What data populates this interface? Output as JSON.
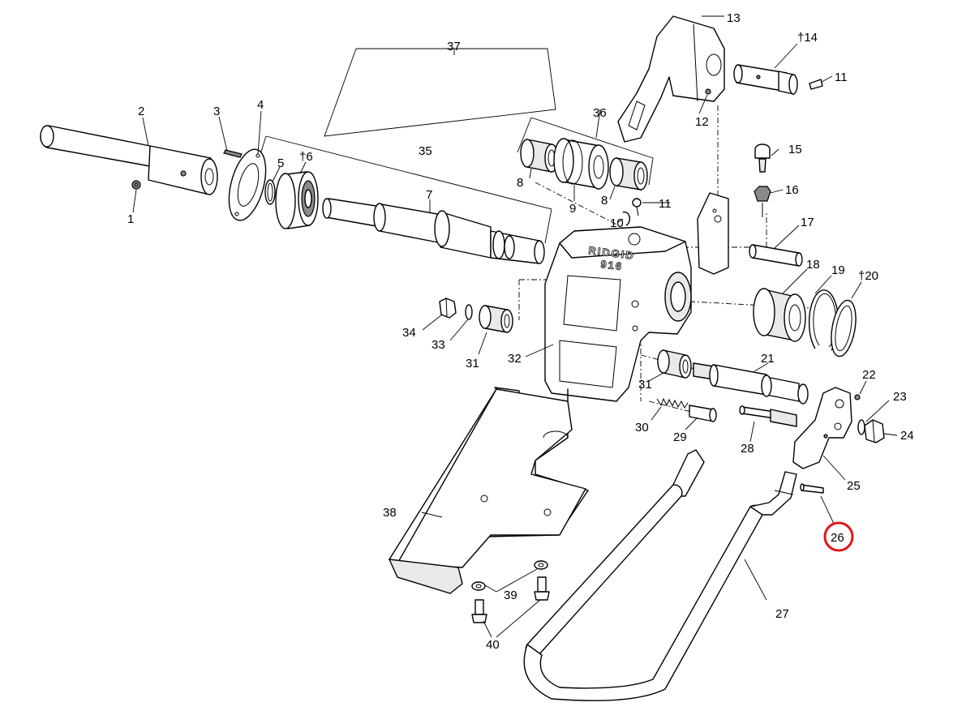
{
  "diagram": {
    "highlighted_part": "26",
    "body_marking": {
      "brand": "RIDGID",
      "model": "916"
    },
    "callouts": [
      {
        "id": "c1",
        "text": "1"
      },
      {
        "id": "c2",
        "text": "2"
      },
      {
        "id": "c3",
        "text": "3"
      },
      {
        "id": "c4",
        "text": "4"
      },
      {
        "id": "c5",
        "text": "5"
      },
      {
        "id": "c6",
        "text": "†6"
      },
      {
        "id": "c7",
        "text": "7"
      },
      {
        "id": "c8a",
        "text": "8"
      },
      {
        "id": "c8b",
        "text": "8"
      },
      {
        "id": "c9",
        "text": "9"
      },
      {
        "id": "c10",
        "text": "10"
      },
      {
        "id": "c11a",
        "text": "11"
      },
      {
        "id": "c11b",
        "text": "11"
      },
      {
        "id": "c12",
        "text": "12"
      },
      {
        "id": "c13",
        "text": "13"
      },
      {
        "id": "c14",
        "text": "†14"
      },
      {
        "id": "c15",
        "text": "15"
      },
      {
        "id": "c16",
        "text": "16"
      },
      {
        "id": "c17",
        "text": "17"
      },
      {
        "id": "c18",
        "text": "18"
      },
      {
        "id": "c19",
        "text": "19"
      },
      {
        "id": "c20",
        "text": "†20"
      },
      {
        "id": "c21",
        "text": "21"
      },
      {
        "id": "c22",
        "text": "22"
      },
      {
        "id": "c23",
        "text": "23"
      },
      {
        "id": "c24",
        "text": "24"
      },
      {
        "id": "c25",
        "text": "25"
      },
      {
        "id": "c26",
        "text": "26"
      },
      {
        "id": "c27",
        "text": "27"
      },
      {
        "id": "c28",
        "text": "28"
      },
      {
        "id": "c29",
        "text": "29"
      },
      {
        "id": "c30",
        "text": "30"
      },
      {
        "id": "c31a",
        "text": "31"
      },
      {
        "id": "c31b",
        "text": "31"
      },
      {
        "id": "c32",
        "text": "32"
      },
      {
        "id": "c33",
        "text": "33"
      },
      {
        "id": "c34",
        "text": "34"
      },
      {
        "id": "c35",
        "text": "35"
      },
      {
        "id": "c36",
        "text": "36"
      },
      {
        "id": "c37",
        "text": "37"
      },
      {
        "id": "c38",
        "text": "38"
      },
      {
        "id": "c39",
        "text": "39"
      },
      {
        "id": "c40",
        "text": "40"
      }
    ]
  }
}
